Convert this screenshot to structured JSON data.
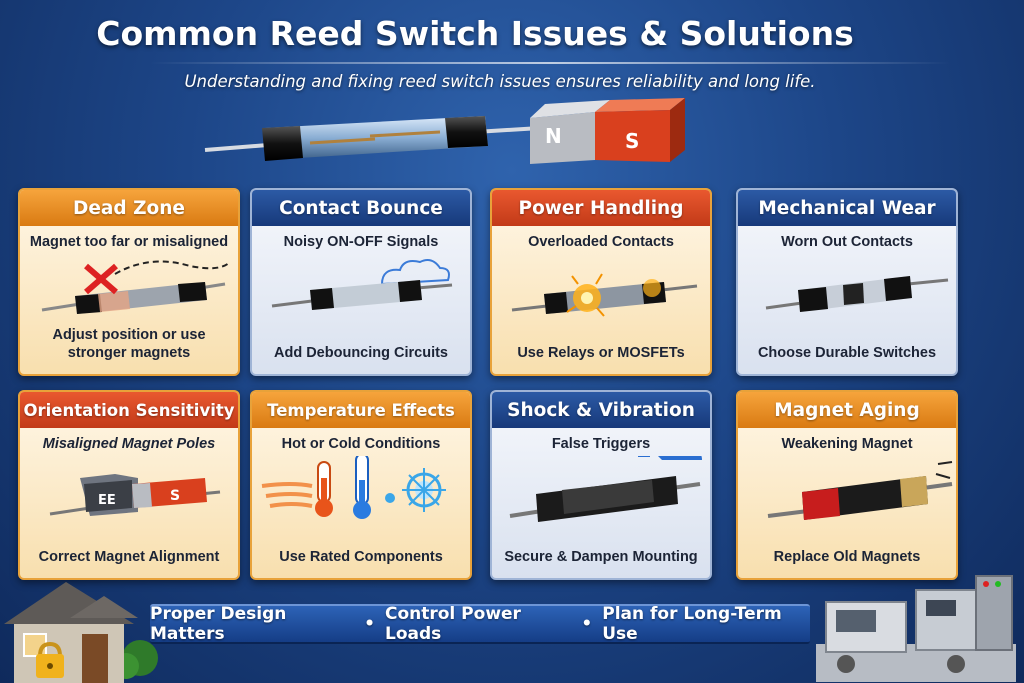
{
  "header": {
    "title": "Common Reed Switch Issues & Solutions",
    "subtitle": "Understanding and fixing reed switch issues ensures reliability and long life."
  },
  "hero": {
    "magnet_north": "N",
    "magnet_south": "S"
  },
  "cards": [
    {
      "title": "Dead Zone",
      "problem": "Magnet too far or misaligned",
      "solution": "Adjust position or use stronger magnets"
    },
    {
      "title": "Contact Bounce",
      "problem": "Noisy ON-OFF Signals",
      "solution": "Add Debouncing Circuits"
    },
    {
      "title": "Power Handling",
      "problem": "Overloaded Contacts",
      "solution": "Use Relays or MOSFETs"
    },
    {
      "title": "Mechanical Wear",
      "problem": "Worn Out Contacts",
      "solution": "Choose Durable Switches"
    },
    {
      "title": "Orientation Sensitivity",
      "problem": "Misaligned Magnet Poles",
      "solution": "Correct Magnet Alignment",
      "magnet_label": "S",
      "sensor_label": "EE"
    },
    {
      "title": "Temperature Effects",
      "problem": "Hot or Cold Conditions",
      "solution": "Use Rated Components"
    },
    {
      "title": "Shock & Vibration",
      "problem": "False Triggers",
      "solution": "Secure & Dampen Mounting"
    },
    {
      "title": "Magnet Aging",
      "problem": "Weakening Magnet",
      "solution": "Replace Old Magnets"
    }
  ],
  "banner": {
    "items": [
      "Proper Design Matters",
      "Control Power Loads",
      "Plan for Long-Term Use"
    ],
    "separator": "•"
  },
  "icons": {
    "house": "house-with-padlock-icon",
    "machine": "industrial-machine-icon",
    "reed_switch": "reed-switch-icon",
    "magnet": "bar-magnet-icon"
  },
  "colors": {
    "background": "#1d4688",
    "orange_header": "#e8891f",
    "red_header": "#d2461f",
    "blue_header": "#1f4890",
    "magnet_red": "#d9401e",
    "magnet_gray": "#b9bcc2"
  }
}
